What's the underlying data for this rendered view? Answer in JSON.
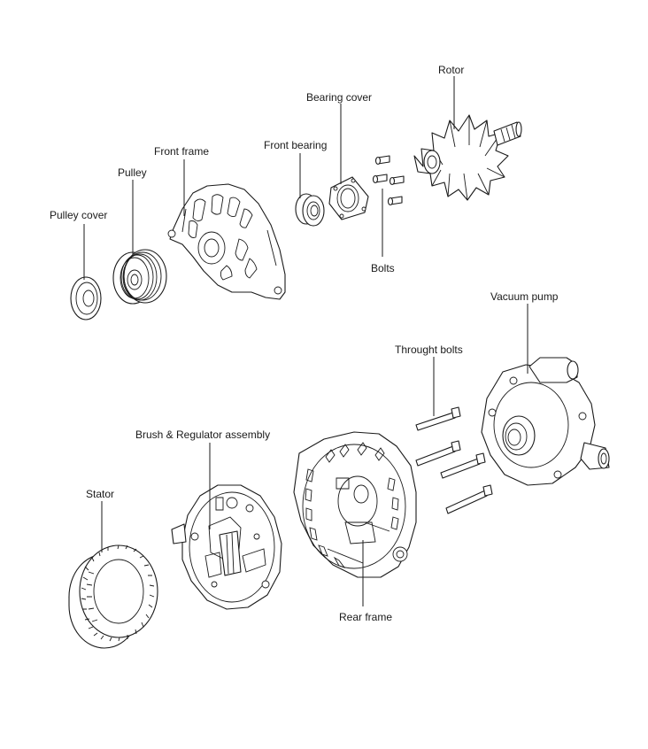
{
  "labels": {
    "pulley_cover": "Pulley cover",
    "pulley": "Pulley",
    "front_frame": "Front frame",
    "front_bearing": "Front bearing",
    "bearing_cover": "Bearing cover",
    "rotor": "Rotor",
    "bolts": "Bolts",
    "vacuum_pump": "Vacuum pump",
    "throught_bolts": "Throught bolts",
    "brush_regulator": "Brush & Regulator assembly",
    "stator": "Stator",
    "rear_frame": "Rear frame"
  }
}
